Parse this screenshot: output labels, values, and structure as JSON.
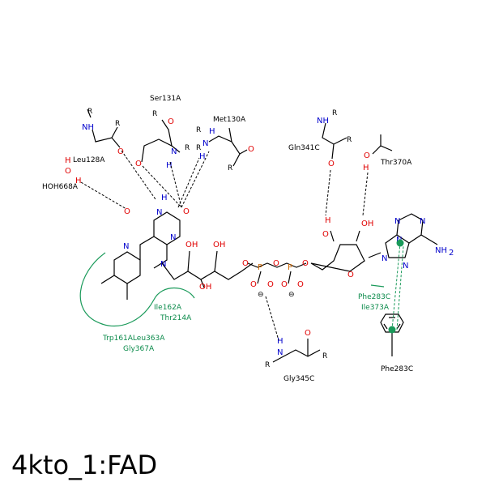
{
  "title": "4kto_1:FAD",
  "residues": {
    "ser131a": "Ser131A",
    "leu128a": "Leu128A",
    "hoh668a": "HOH668A",
    "met130a": "Met130A",
    "gln341c": "Gln341C",
    "thr370a": "Thr370A",
    "gly345c": "Gly345C",
    "phe283c_bottom": "Phe283C",
    "phe283c_label": "Phe283C",
    "ile373a": "Ile373A"
  },
  "hydrophobic": {
    "ile162a": "Ile162A",
    "thr214a": "Thr214A",
    "trp161a_leu363a": "Trp161ALeu363A",
    "gly367a": "Gly367A"
  },
  "atoms": {
    "N": "N",
    "O": "O",
    "P": "P",
    "H": "H",
    "R": "R",
    "NH": "NH",
    "NH2": "NH",
    "sub2": "2",
    "OH_left": "OH",
    "OH_right": "OH",
    "minus": "⊖"
  }
}
